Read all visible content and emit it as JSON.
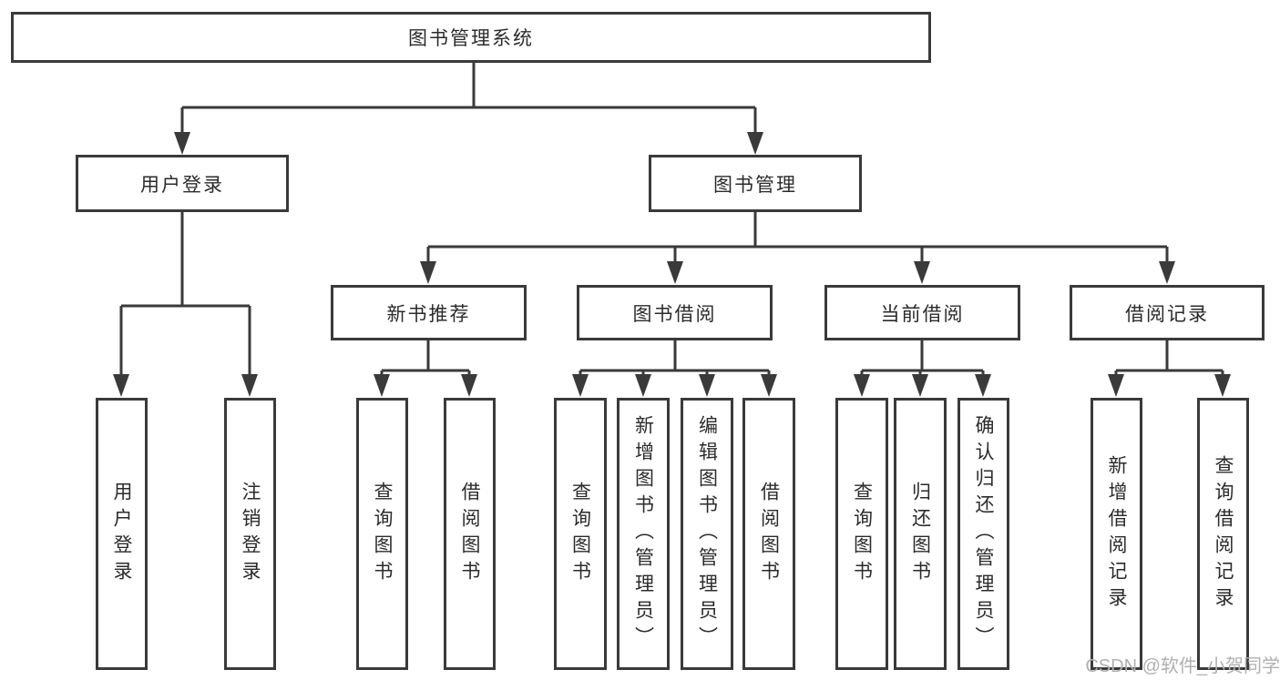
{
  "title": {
    "label": "图书管理系统"
  },
  "level1": [
    {
      "label": "用户登录"
    },
    {
      "label": "图书管理"
    }
  ],
  "level2": [
    {
      "label": "新书推荐"
    },
    {
      "label": "图书借阅"
    },
    {
      "label": "当前借阅"
    },
    {
      "label": "借阅记录"
    }
  ],
  "leaves": {
    "user_login": [
      "用户登录",
      "注销登录"
    ],
    "new_book": [
      "查询图书",
      "借阅图书"
    ],
    "book_borrow": [
      "查询图书",
      "新增图书（管理员）",
      "编辑图书（管理员）",
      "借阅图书"
    ],
    "current_borrow": [
      "查询图书",
      "归还图书",
      "确认归还（管理员）"
    ],
    "borrow_record": [
      "新增借阅记录",
      "查询借阅记录"
    ]
  },
  "watermark": {
    "text": "CSDN @软件_小贺同学"
  },
  "colors": {
    "line": "#3a3a3a",
    "box_border": "#3a3a3a",
    "text": "#2b2b2b",
    "watermark": "#b0b0b0",
    "background": "#ffffff"
  }
}
